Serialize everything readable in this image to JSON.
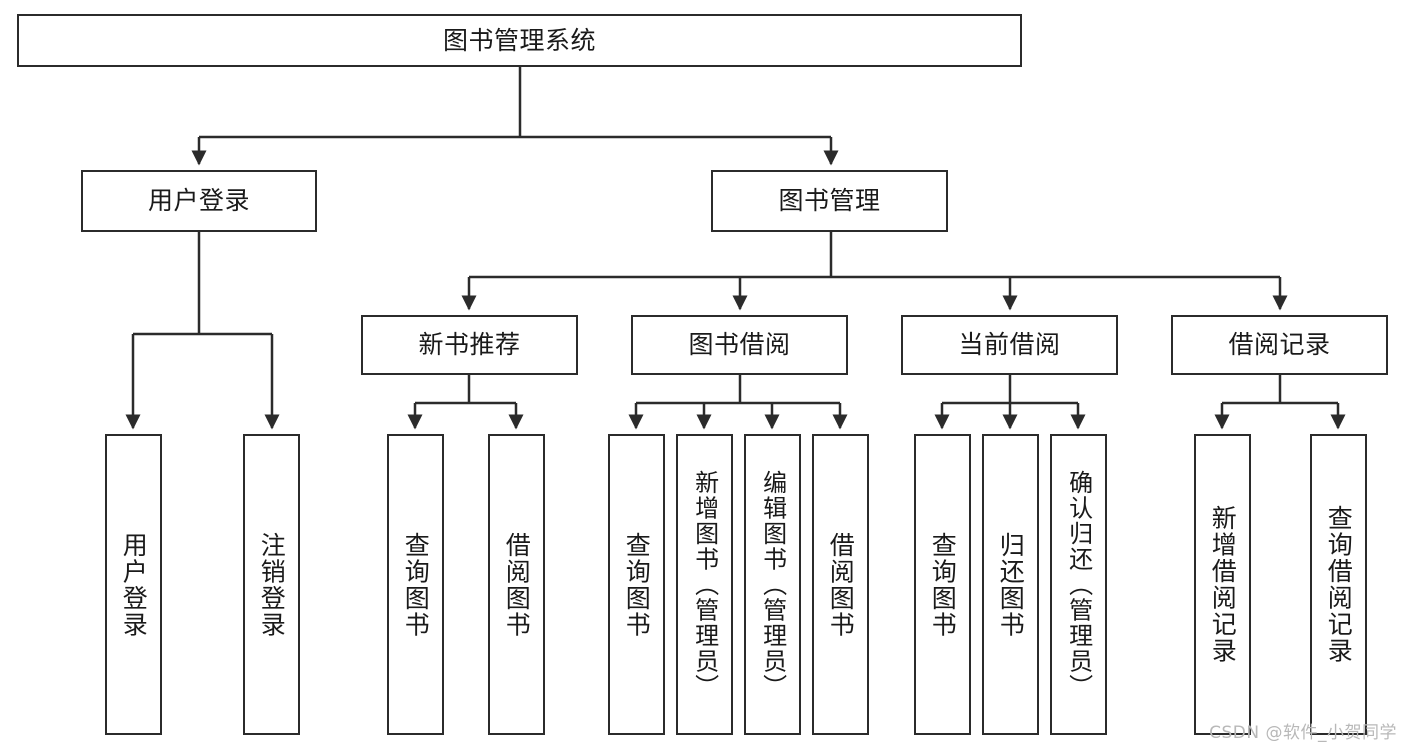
{
  "diagram": {
    "title": "图书管理系统",
    "watermark": "CSDN @软件_小贺同学",
    "stroke_color": "#2b2b2b",
    "text_color": "#1a1a1a",
    "background_color": "#ffffff",
    "root": {
      "label": "图书管理系统"
    },
    "level2": [
      {
        "label": "用户登录"
      },
      {
        "label": "图书管理"
      }
    ],
    "level3": [
      {
        "label": "新书推荐"
      },
      {
        "label": "图书借阅"
      },
      {
        "label": "当前借阅"
      },
      {
        "label": "借阅记录"
      }
    ],
    "leaves": {
      "user_login": [
        {
          "label": "用户登录"
        },
        {
          "label": "注销登录"
        }
      ],
      "new_book_recommend": [
        {
          "label": "查询图书"
        },
        {
          "label": "借阅图书"
        }
      ],
      "book_borrow": [
        {
          "label": "查询图书"
        },
        {
          "label": "新增图书（管理员）"
        },
        {
          "label": "编辑图书（管理员）"
        },
        {
          "label": "借阅图书"
        }
      ],
      "current_borrow": [
        {
          "label": "查询图书"
        },
        {
          "label": "归还图书"
        },
        {
          "label": "确认归还（管理员）"
        }
      ],
      "borrow_records": [
        {
          "label": "新增借阅记录"
        },
        {
          "label": "查询借阅记录"
        }
      ]
    }
  }
}
